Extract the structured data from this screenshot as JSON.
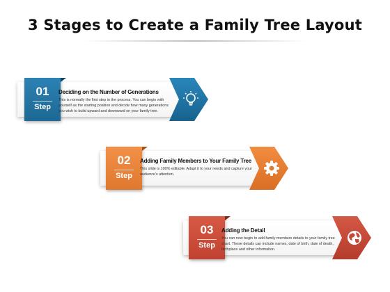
{
  "title": "3 Stages to Create a Family Tree Layout",
  "colors": {
    "stage1": "#1f6f9e",
    "stage2": "#e98033",
    "stage3": "#c64a38"
  },
  "stages": [
    {
      "number": "01",
      "step_label": "Step",
      "heading": "Deciding on the Number of Generations",
      "description": "This is normally the first step in the process. You can begin with yourself as the starting position and decide how many generations you wish to build upward and downward on your family tree.",
      "icon": "lightbulb-icon"
    },
    {
      "number": "02",
      "step_label": "Step",
      "heading": "Adding Family Members to Your Family Tree",
      "description": "This slide is 100% editable. Adapt it to your needs and capture your audience's attention.",
      "icon": "gear-icon"
    },
    {
      "number": "03",
      "step_label": "Step",
      "heading": "Adding the Detail",
      "description": "You can now begin to add family members details to your family tree chart. These details can include names, date of birth, date of death, birthplace and other information.",
      "icon": "globe-icon"
    }
  ]
}
